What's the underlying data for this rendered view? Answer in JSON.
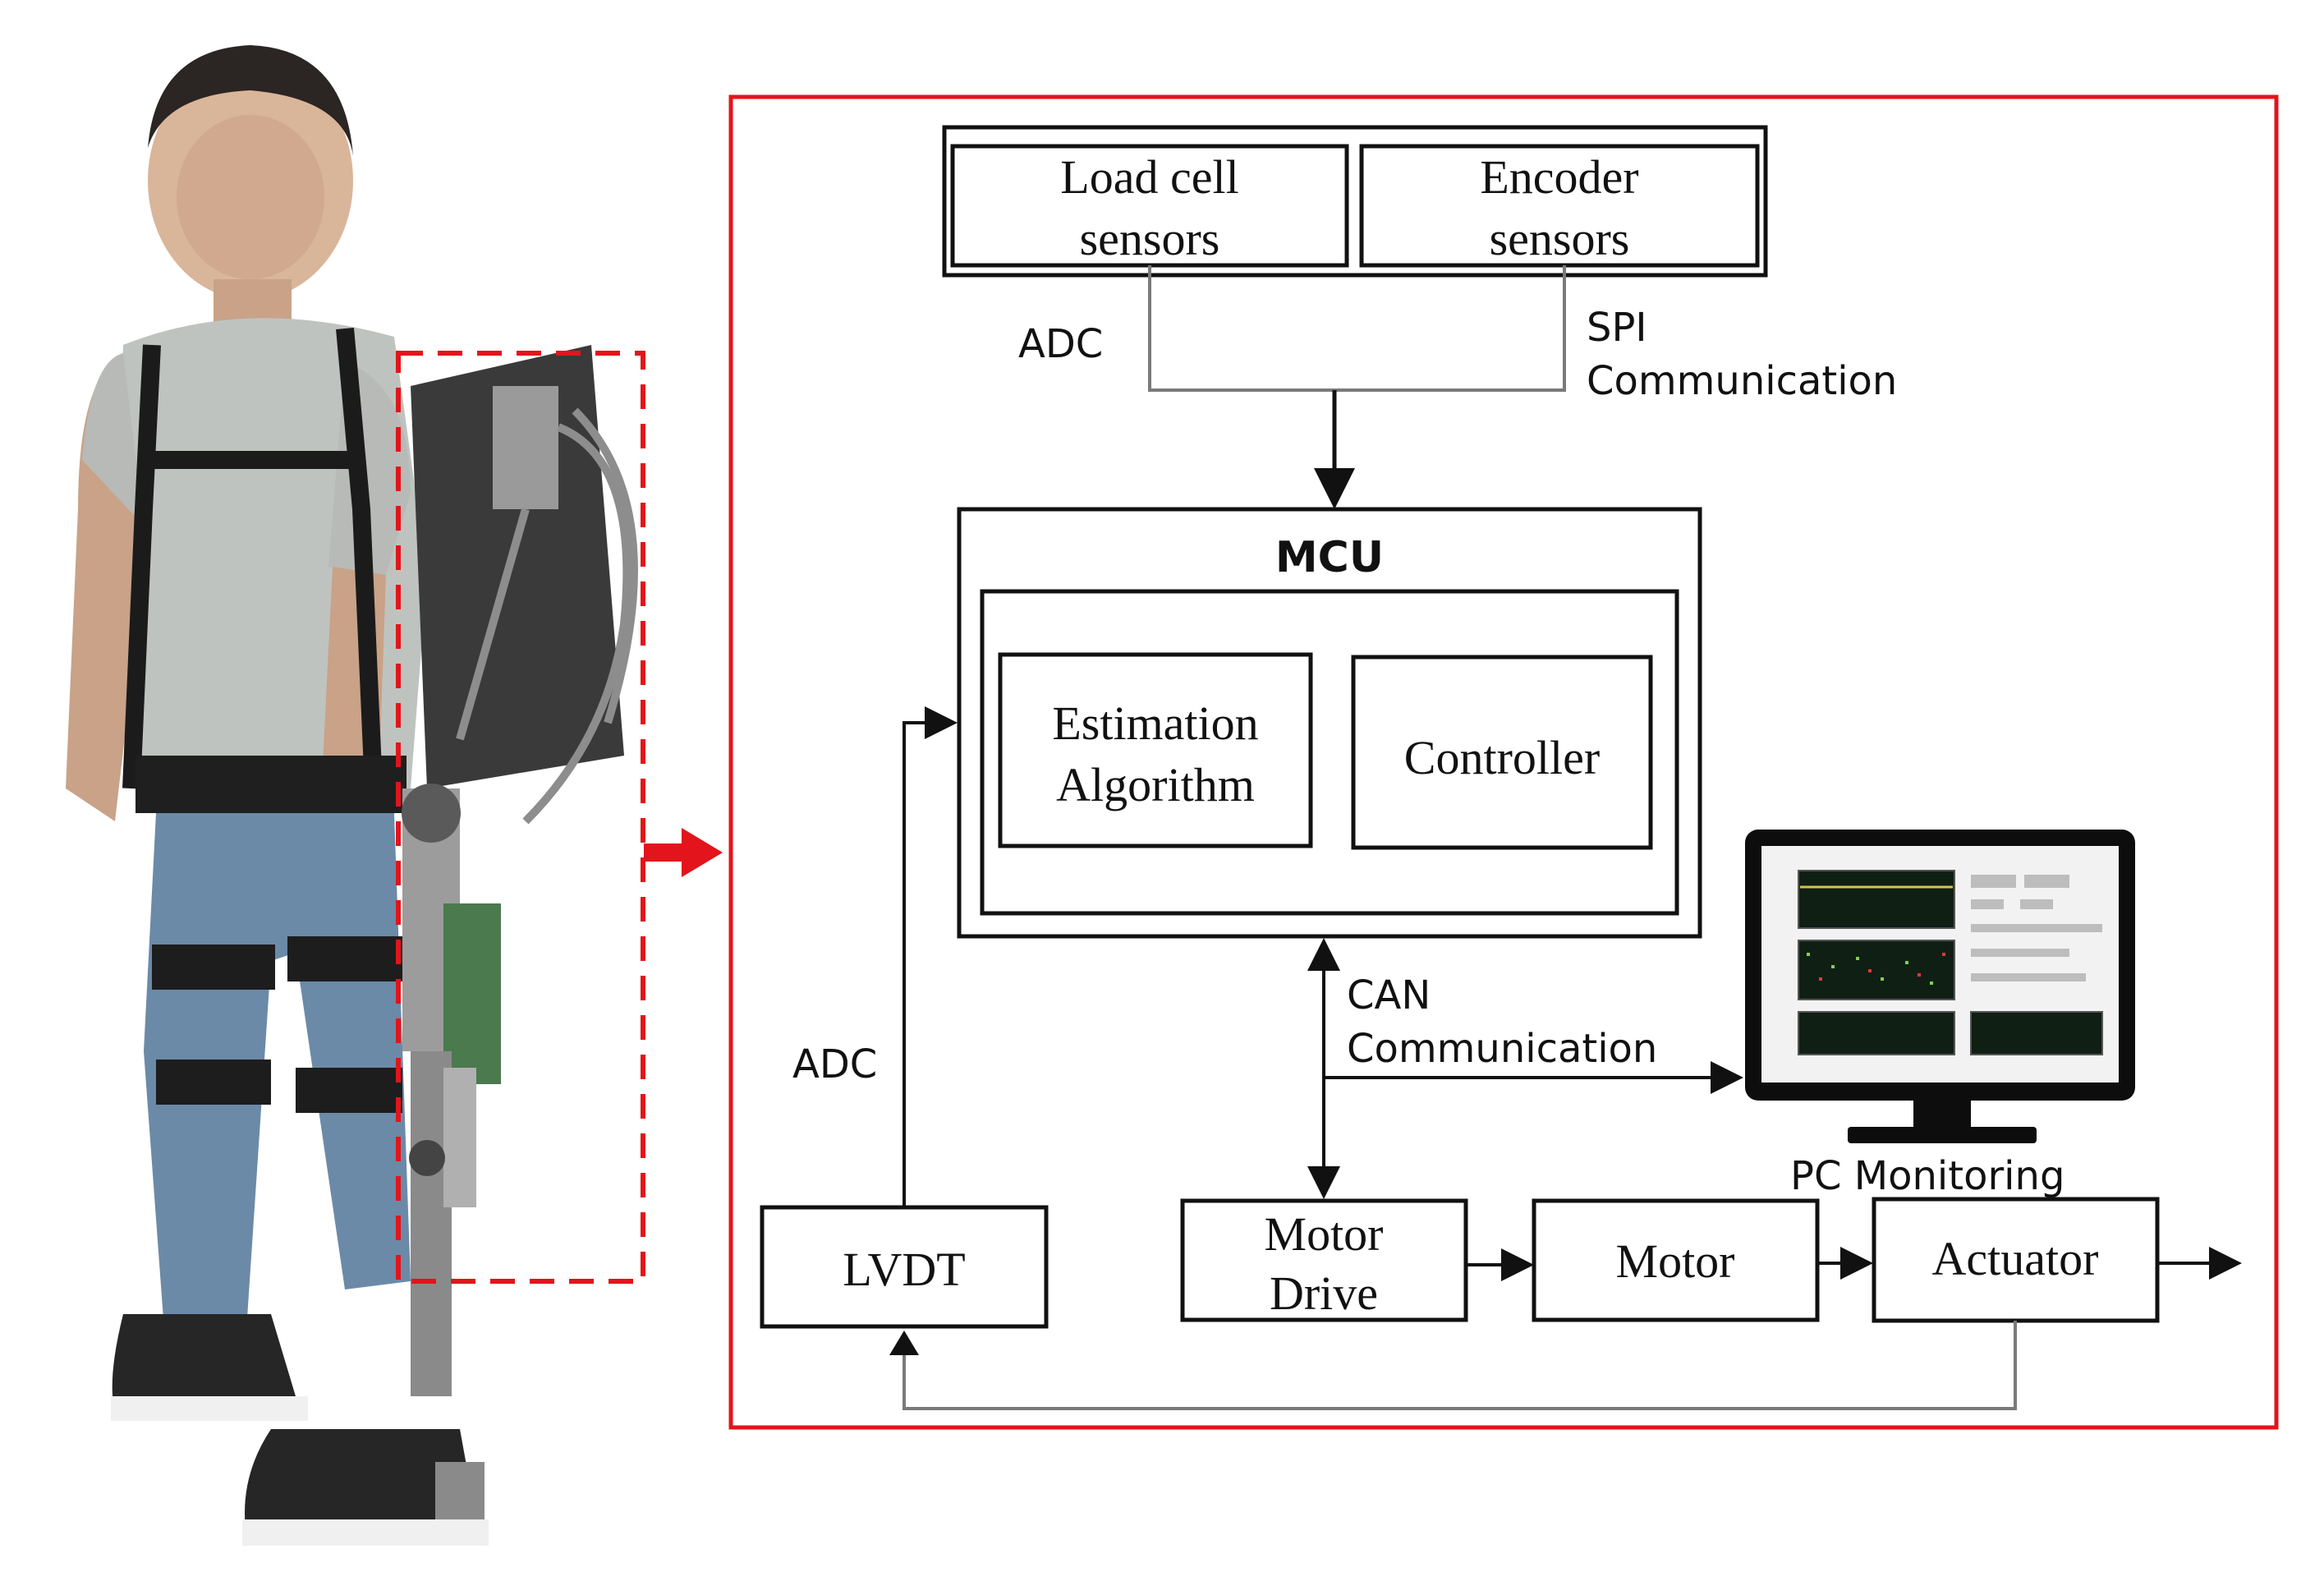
{
  "blocks": {
    "load_cell": [
      "Load cell",
      "sensors"
    ],
    "encoder": [
      "Encoder",
      "sensors"
    ],
    "mcu": "MCU",
    "estimation": [
      "Estimation",
      "Algorithm"
    ],
    "controller": "Controller",
    "lvdt": "LVDT",
    "motor_drive": [
      "Motor",
      "Drive"
    ],
    "motor": "Motor",
    "actuator": "Actuator"
  },
  "labels": {
    "adc_top": "ADC",
    "spi": [
      "SPI",
      "Communication"
    ],
    "adc_left": "ADC",
    "can": [
      "CAN",
      "Communication"
    ],
    "pc_monitoring": "PC Monitoring"
  },
  "colors": {
    "frame_red": "#e3141b",
    "line_black": "#111111",
    "line_gray": "#7a7a7a",
    "monitor_black": "#0d0d0d",
    "screen_dark": "#0f1f14"
  }
}
